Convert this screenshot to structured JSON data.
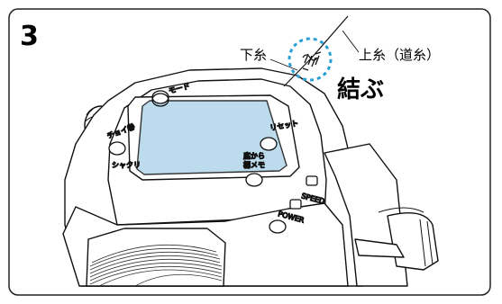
{
  "figure": {
    "step_number": "3",
    "lower_line_label": "下糸",
    "upper_line_label": "上糸（道糸）",
    "instruction": "結ぶ"
  },
  "reel": {
    "buttons": {
      "mode": "モード",
      "chirai": "チョイ巻",
      "shakuri": "シャクリ",
      "reset": "リセット",
      "bottom_memo": "底から\n棚メモ",
      "speed": "SPEED",
      "power": "POWER"
    }
  },
  "colors": {
    "screen": "#bcdcee",
    "knot_highlight": "#2a9fd6",
    "outline": "#000000"
  }
}
